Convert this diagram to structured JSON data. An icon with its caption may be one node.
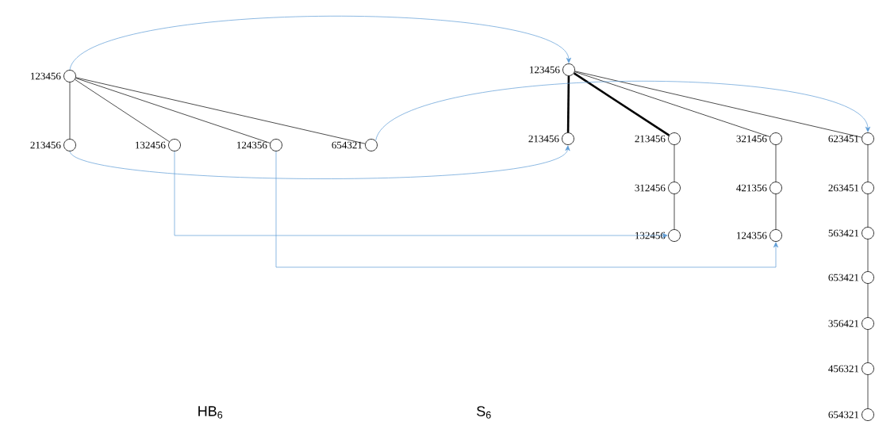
{
  "diagram": {
    "nodes": [
      {
        "text": [
          "123456"
        ]
      },
      {
        "text": [
          "213456"
        ]
      },
      {
        "text": [
          "132456"
        ]
      },
      {
        "text": [
          "124356"
        ]
      },
      {
        "text": [
          "654321"
        ]
      },
      {
        "text": [
          "123456"
        ]
      },
      {
        "text": [
          "213456"
        ]
      },
      {
        "text": [
          "213456"
        ]
      },
      {
        "text": [
          "312456"
        ]
      },
      {
        "text": [
          "132456"
        ]
      },
      {
        "text": [
          "321456"
        ]
      },
      {
        "text": [
          "421356"
        ]
      },
      {
        "text": [
          "124356"
        ]
      },
      {
        "text": [
          "623451"
        ]
      },
      {
        "text": [
          "263451"
        ]
      },
      {
        "text": [
          "563421"
        ]
      },
      {
        "text": [
          "653421"
        ]
      },
      {
        "text": [
          "356421"
        ]
      },
      {
        "text": [
          "456321"
        ]
      },
      {
        "text": [
          "654321"
        ]
      }
    ],
    "edges": [
      {
        "from": 0,
        "to": 1,
        "arrow": "none"
      },
      {
        "from": 0,
        "to": 2,
        "arrow": "none"
      },
      {
        "from": 0,
        "to": 3,
        "arrow": "none"
      },
      {
        "from": 0,
        "to": 4,
        "arrow": "none"
      },
      {
        "from": 5,
        "to": 6,
        "arrow": "none",
        "style": "thick"
      },
      {
        "from": 5,
        "to": 7,
        "arrow": "none",
        "style": "thick"
      },
      {
        "from": 5,
        "to": 10,
        "arrow": "none"
      },
      {
        "from": 5,
        "to": 13,
        "arrow": "none"
      },
      {
        "from": 7,
        "to": 8,
        "arrow": "none"
      },
      {
        "from": 8,
        "to": 9,
        "arrow": "none"
      },
      {
        "from": 10,
        "to": 11,
        "arrow": "none"
      },
      {
        "from": 11,
        "to": 12,
        "arrow": "none"
      },
      {
        "from": 13,
        "to": 14,
        "arrow": "none"
      },
      {
        "from": 14,
        "to": 15,
        "arrow": "none"
      },
      {
        "from": 15,
        "to": 16,
        "arrow": "none"
      },
      {
        "from": 16,
        "to": 17,
        "arrow": "none"
      },
      {
        "from": 17,
        "to": 18,
        "arrow": "none"
      },
      {
        "from": 18,
        "to": 19,
        "arrow": "none"
      },
      {
        "from": 0,
        "to": 5,
        "arrow": "to",
        "color": "#5b9bd5"
      },
      {
        "from": 4,
        "to": 13,
        "arrow": "to",
        "color": "#5b9bd5"
      },
      {
        "from": 1,
        "to": 6,
        "arrow": "to",
        "color": "#5b9bd5"
      },
      {
        "from": 2,
        "to": 9,
        "arrow": "to",
        "color": "#5b9bd5"
      },
      {
        "from": 3,
        "to": 12,
        "arrow": "to",
        "color": "#5b9bd5"
      }
    ],
    "labels": [
      "HB$_{6}$",
      "S$_{6}$"
    ]
  }
}
